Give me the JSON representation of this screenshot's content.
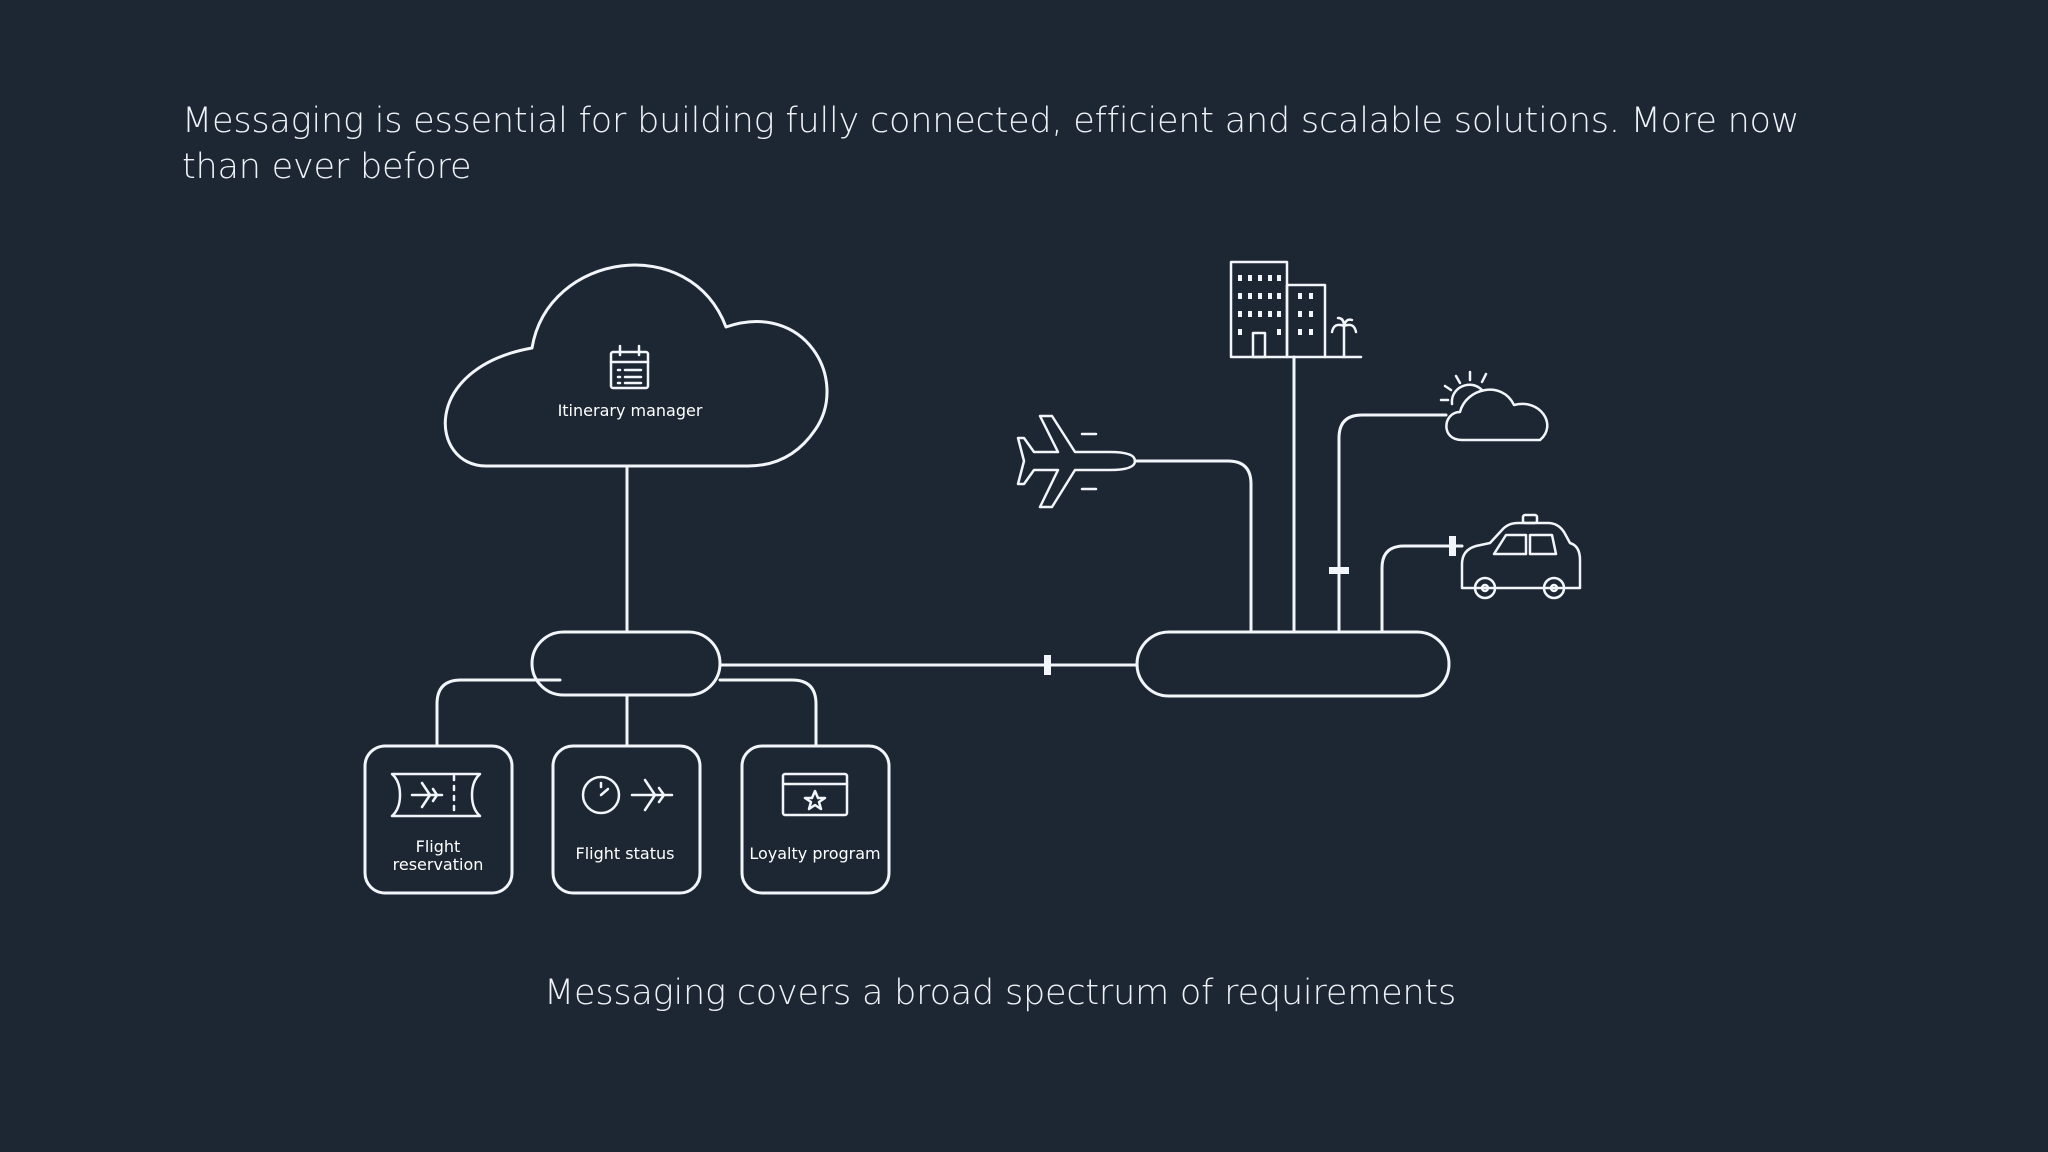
{
  "headline": "Messaging is essential for building fully connected, efficient and scalable solutions. More now than ever before",
  "caption": "Messaging covers a broad spectrum of requirements",
  "cloud": {
    "label": "Itinerary manager",
    "icon": "calendar-icon"
  },
  "services": [
    {
      "line1": "Flight",
      "line2": "reservation",
      "icon": "ticket-icon"
    },
    {
      "label": "Flight status",
      "icon": "clock-plane-icon"
    },
    {
      "label": "Loyalty program",
      "icon": "loyalty-card-icon"
    }
  ],
  "right_endpoints": [
    "airplane-icon",
    "buildings-icon",
    "weather-icon",
    "taxi-icon"
  ],
  "colors": {
    "background": "#1d2733",
    "line": "#f2f5f9",
    "text": "#eef2f7"
  }
}
